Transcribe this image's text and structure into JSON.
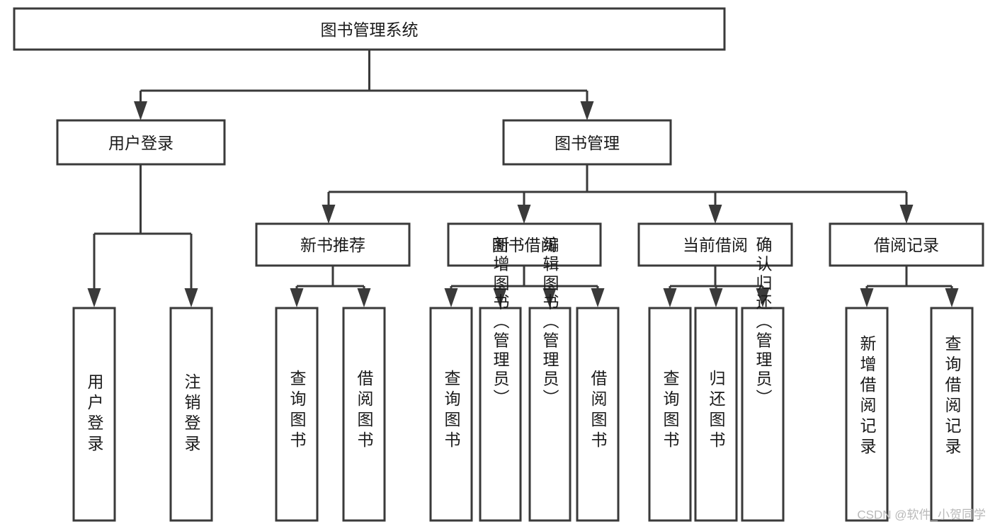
{
  "diagram": {
    "title": "图书管理系统",
    "type": "tree-hierarchy-chart",
    "watermark": "CSDN @软件_小贺同学",
    "colors": {
      "background": "#ffffff",
      "box_stroke": "#3a3a3a",
      "box_fill": "#ffffff",
      "text": "#1a1a1a",
      "connector": "#3a3a3a",
      "watermark": "#b9b9b9"
    },
    "levels": {
      "root": {
        "label": "图书管理系统"
      },
      "level2": [
        {
          "label": "用户登录"
        },
        {
          "label": "图书管理"
        }
      ],
      "level3": [
        {
          "label": "新书推荐"
        },
        {
          "label": "图书借阅"
        },
        {
          "label": "当前借阅"
        },
        {
          "label": "借阅记录"
        }
      ],
      "leaves": {
        "用户登录": [
          {
            "label": "用户登录"
          },
          {
            "label": "注销登录"
          }
        ],
        "新书推荐": [
          {
            "label": "查询图书"
          },
          {
            "label": "借阅图书"
          }
        ],
        "图书借阅": [
          {
            "label": "查询图书"
          },
          {
            "label": "新增图书（管理员）"
          },
          {
            "label": "编辑图书（管理员）"
          },
          {
            "label": "借阅图书"
          }
        ],
        "当前借阅": [
          {
            "label": "查询图书"
          },
          {
            "label": "归还图书"
          },
          {
            "label": "确认归还（管理员）"
          }
        ],
        "借阅记录": [
          {
            "label": "新增借阅记录"
          },
          {
            "label": "查询借阅记录"
          }
        ]
      }
    },
    "nodes": {
      "root": {
        "text": "图书管理系统"
      },
      "n_user_login": {
        "text": "用户登录"
      },
      "n_book_mgmt": {
        "text": "图书管理"
      },
      "n_new_book_rec": {
        "text": "新书推荐"
      },
      "n_book_borrow": {
        "text": "图书借阅"
      },
      "n_current_borrow": {
        "text": "当前借阅"
      },
      "n_borrow_record": {
        "text": "借阅记录"
      },
      "l_user_login": {
        "text": "用户登录"
      },
      "l_logout": {
        "text": "注销登录"
      },
      "l_nr_query": {
        "text": "查询图书"
      },
      "l_nr_borrow": {
        "text": "借阅图书"
      },
      "l_bb_query": {
        "text": "查询图书"
      },
      "l_bb_add": {
        "text": "新增图书（管理员）"
      },
      "l_bb_edit": {
        "text": "编辑图书（管理员）"
      },
      "l_bb_borrow": {
        "text": "借阅图书"
      },
      "l_cb_query": {
        "text": "查询图书"
      },
      "l_cb_return": {
        "text": "归还图书"
      },
      "l_cb_confirm": {
        "text": "确认归还（管理员）"
      },
      "l_br_add": {
        "text": "新增借阅记录"
      },
      "l_br_query": {
        "text": "查询借阅记录"
      }
    }
  }
}
